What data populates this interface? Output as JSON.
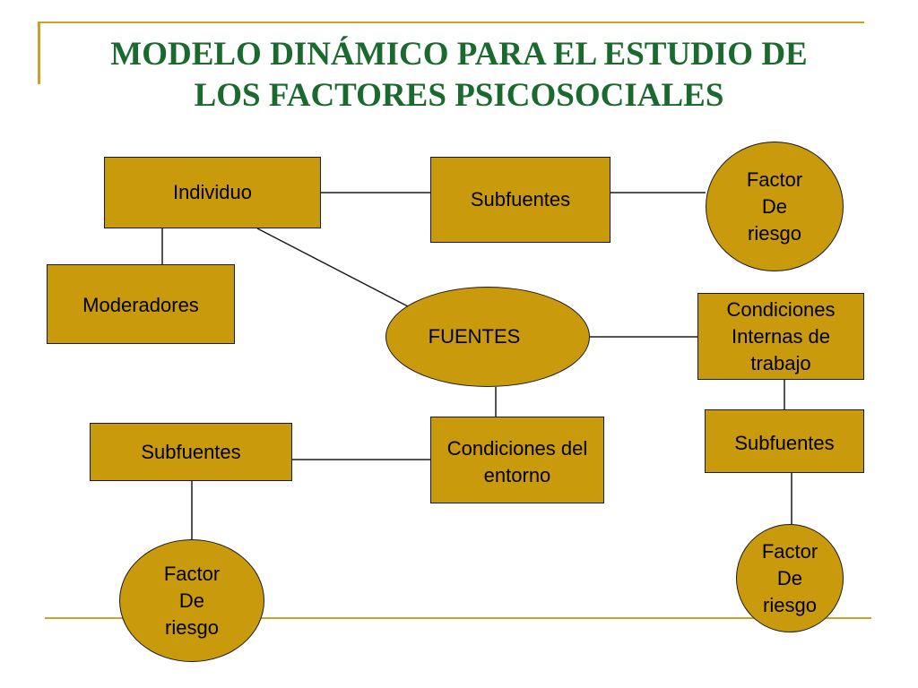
{
  "title": {
    "line1": "MODELO DINÁMICO PARA EL ESTUDIO DE",
    "line2": "LOS FACTORES PSICOSOCIALES"
  },
  "nodes": {
    "individuo": "Individuo",
    "subfuentes_top": "Subfuentes",
    "factor_top": "Factor\nDe\nriesgo",
    "moderadores": "Moderadores",
    "fuentes": "FUENTES",
    "condiciones_internas": "Condiciones\nInternas de\ntrabajo",
    "subfuentes_left": "Subfuentes",
    "condiciones_entorno": "Condiciones del\nentorno",
    "subfuentes_right": "Subfuentes",
    "factor_bottom_left": "Factor\nDe\nriesgo",
    "factor_bottom_right": "Factor\nDe\nriesgo"
  },
  "colors": {
    "node_fill": "#c89a0c",
    "title": "#1a6a2e",
    "accent_line": "#c9a227"
  }
}
